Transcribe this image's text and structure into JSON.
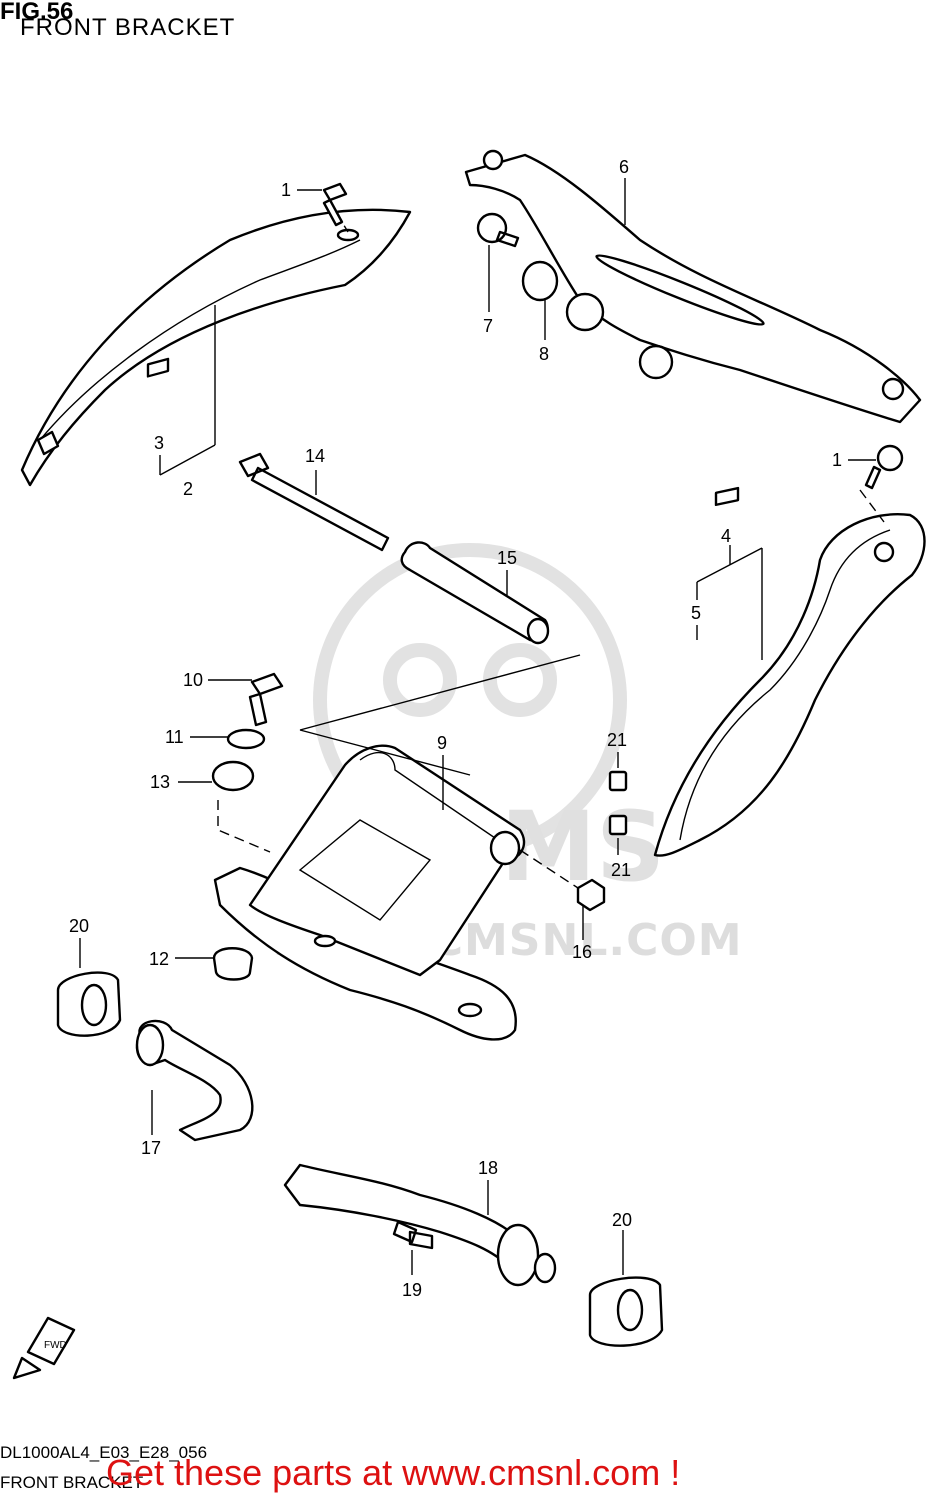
{
  "header": {
    "fig_label": "FIG.56",
    "title": "FRONT BRACKET"
  },
  "footer": {
    "code": "DL1000AL4_E03_E28_056",
    "subtitle": "FRONT BRACKET",
    "promo": "Get these parts at www.cmsnl.com !"
  },
  "watermark": {
    "text": "WWW.CMSNL.COM",
    "brand": "CMS"
  },
  "fwd_arrow": {
    "text": "FWD"
  },
  "callouts": [
    {
      "number": "1"
    },
    {
      "number": "2"
    },
    {
      "number": "3"
    },
    {
      "number": "4"
    },
    {
      "number": "5"
    },
    {
      "number": "6"
    },
    {
      "number": "7"
    },
    {
      "number": "8"
    },
    {
      "number": "9"
    },
    {
      "number": "10"
    },
    {
      "number": "11"
    },
    {
      "number": "12"
    },
    {
      "number": "13"
    },
    {
      "number": "14"
    },
    {
      "number": "15"
    },
    {
      "number": "16"
    },
    {
      "number": "17"
    },
    {
      "number": "18"
    },
    {
      "number": "19"
    },
    {
      "number": "20"
    },
    {
      "number": "1"
    },
    {
      "number": "21"
    },
    {
      "number": "21"
    },
    {
      "number": "20"
    }
  ]
}
